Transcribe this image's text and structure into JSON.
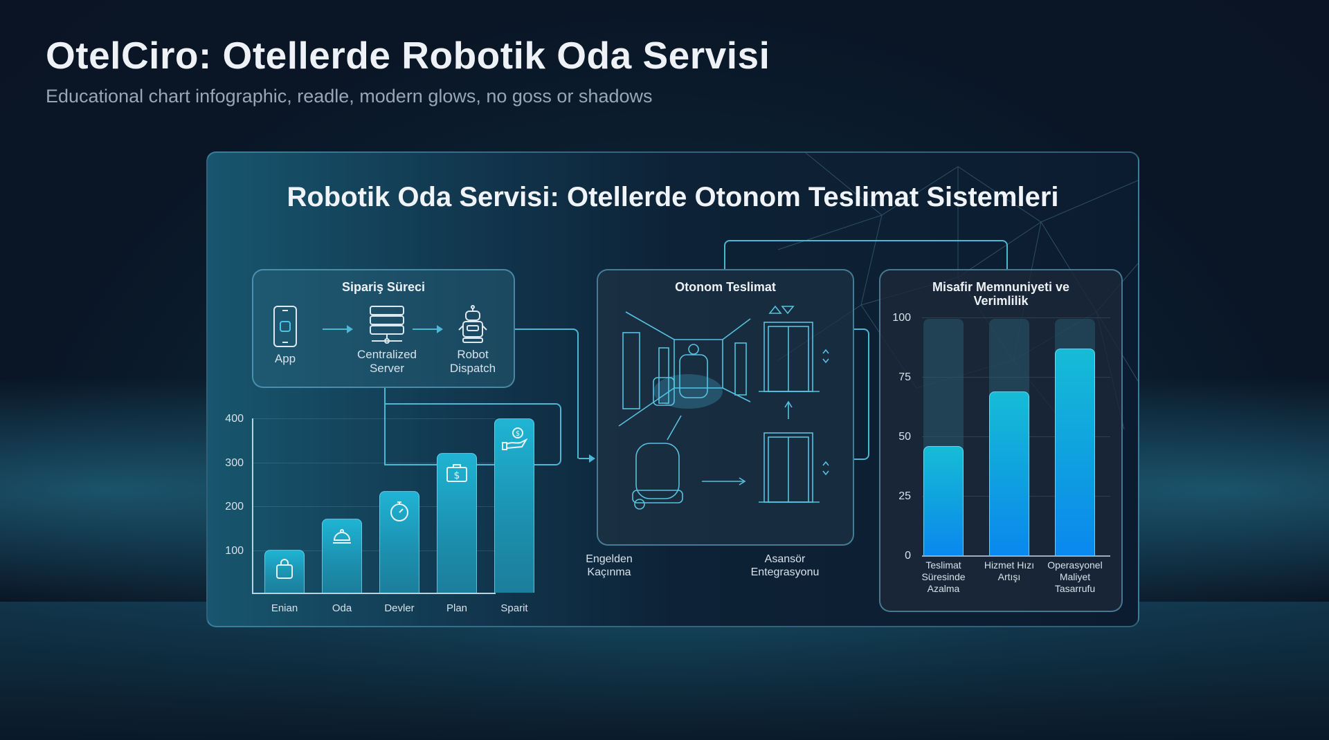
{
  "header": {
    "title": "OtelCiro: Otellerde Robotik Oda Servisi",
    "subtitle": "Educational chart infographic, readle, modern glows, no goss or shadows"
  },
  "board": {
    "title": "Robotik Oda Servisi: Otellerde Otonom Teslimat Sistemleri"
  },
  "process": {
    "title": "Sipariş Süreci",
    "steps": [
      {
        "label": "App",
        "icon": "smartphone-icon"
      },
      {
        "label_line1": "Centralized",
        "label_line2": "Server",
        "icon": "server-icon"
      },
      {
        "label_line1": "Robot",
        "label_line2": "Dispatch",
        "icon": "robot-icon"
      }
    ]
  },
  "autonomous": {
    "title": "Otonom Teslimat",
    "labels": {
      "obstacle_line1": "Engelden",
      "obstacle_line2": "Kaçınma",
      "elevator_line1": "Asansör",
      "elevator_line2": "Entegrasyonu"
    }
  },
  "satisfaction": {
    "title_line1": "Misafir Memnuniyeti ve",
    "title_line2": "Verimlilik"
  },
  "left_chart": {
    "ticks": [
      "400",
      "300",
      "200",
      "100"
    ],
    "labels": [
      "Enian",
      "Oda",
      "Devler",
      "Plan",
      "Sparit"
    ]
  },
  "right_chart": {
    "ticks": [
      "100",
      "75",
      "50",
      "25",
      "0"
    ],
    "labels": [
      {
        "l1": "Teslimat",
        "l2": "Süresinde",
        "l3": "Azalma"
      },
      {
        "l1": "Hizmet Hızı",
        "l2": "Artışı",
        "l3": ""
      },
      {
        "l1": "Operasyonel",
        "l2": "Maliyet",
        "l3": "Tasarrufu"
      }
    ]
  },
  "colors": {
    "accent": "#4cb8d6",
    "bar_left": "#1fb4d4",
    "bar_right_top": "#16bcd6",
    "bar_right_bottom": "#0a88ee",
    "background": "#0a1626"
  },
  "chart_data": [
    {
      "type": "bar",
      "title": "",
      "categories": [
        "Enian",
        "Oda",
        "Devler",
        "Plan",
        "Sparit"
      ],
      "values": [
        100,
        170,
        235,
        320,
        400
      ],
      "icons": [
        "shopping-bag-icon",
        "room-service-icon",
        "stopwatch-icon",
        "money-case-icon",
        "hand-coin-icon"
      ],
      "xlabel": "",
      "ylabel": "",
      "yticks": [
        100,
        200,
        300,
        400
      ],
      "ylim": [
        0,
        400
      ],
      "grid": true
    },
    {
      "type": "bar",
      "title": "Misafir Memnuniyeti ve Verimlilik",
      "categories": [
        "Teslimat Süresinde Azalma",
        "Hizmet Hızı Artışı",
        "Operasyonel Maliyet Tasarrufu"
      ],
      "values": [
        46,
        69,
        87
      ],
      "xlabel": "",
      "ylabel": "",
      "yticks": [
        0,
        25,
        50,
        75,
        100
      ],
      "ylim": [
        0,
        100
      ],
      "grid": true
    }
  ]
}
